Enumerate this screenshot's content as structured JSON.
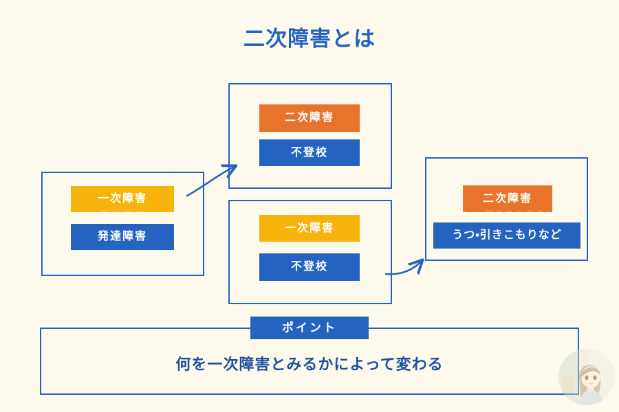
{
  "title": "二次障害とは",
  "theme": {
    "background": "#fdf9ed",
    "blue": "#2463c0",
    "orange": "#e8742c",
    "yellow": "#f5b30c",
    "text_blue": "#1c4f9c",
    "white": "#ffffff"
  },
  "groups": [
    {
      "id": "left",
      "name": "primary-disorder-group",
      "chips": [
        {
          "label": "一次障害",
          "color": "yellow"
        },
        {
          "label": "発達障害",
          "color": "blue"
        }
      ]
    },
    {
      "id": "top-middle",
      "name": "secondary-truancy-group",
      "chips": [
        {
          "label": "二次障害",
          "color": "orange"
        },
        {
          "label": "不登校",
          "color": "blue"
        }
      ]
    },
    {
      "id": "bottom-middle",
      "name": "primary-truancy-group",
      "chips": [
        {
          "label": "一次障害",
          "color": "yellow"
        },
        {
          "label": "不登校",
          "color": "blue"
        }
      ]
    },
    {
      "id": "right",
      "name": "secondary-depression-group",
      "chips": [
        {
          "label": "二次障害",
          "color": "orange"
        },
        {
          "label": "うつ・引きこもりなど",
          "color": "blue"
        }
      ]
    }
  ],
  "point": {
    "badge": "ポイント",
    "text": "何を一次障害とみるかによって変わる"
  },
  "arrows": [
    {
      "name": "arrow-left-to-top",
      "from": "left",
      "to": "top-middle"
    },
    {
      "name": "arrow-middle-to-right",
      "from": "bottom-middle",
      "to": "right"
    }
  ],
  "avatar": {
    "name": "author-avatar"
  }
}
